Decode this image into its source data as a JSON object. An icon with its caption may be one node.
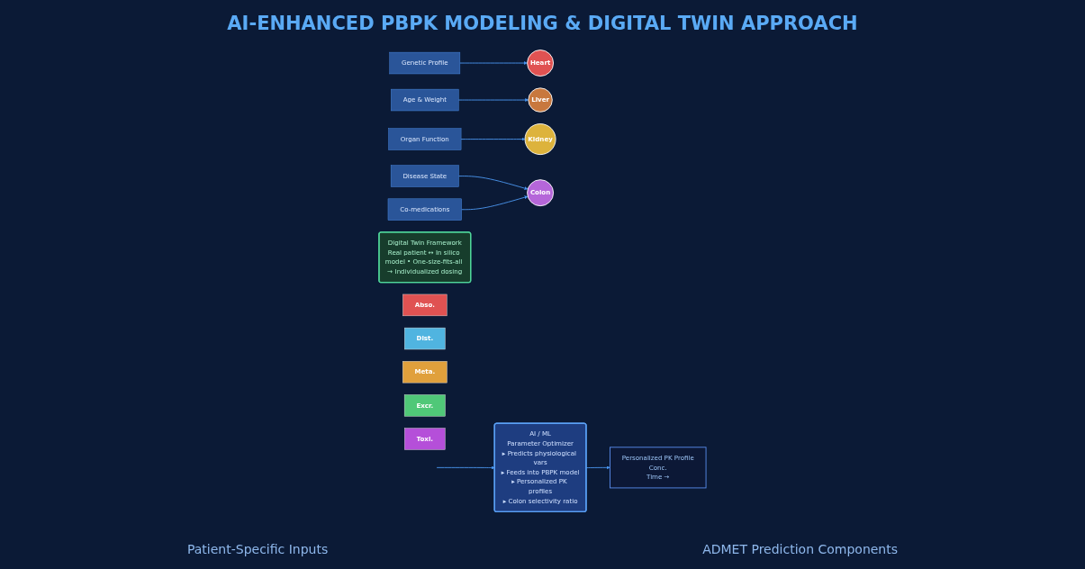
{
  "diagram": {
    "title": "AI-ENHANCED PBPK MODELING & DIGITAL TWIN APPROACH",
    "nodes": [
      {
        "text": [
          "Genetic Profile"
        ]
      },
      {
        "text": [
          "Age & Weight"
        ]
      },
      {
        "text": [
          "Organ Function"
        ]
      },
      {
        "text": [
          "Disease State"
        ]
      },
      {
        "text": [
          "Co-medications"
        ]
      },
      {
        "text": [
          "Heart"
        ]
      },
      {
        "text": [
          "Liver"
        ]
      },
      {
        "text": [
          "Kidney"
        ]
      },
      {
        "text": [
          "Colon"
        ]
      },
      {
        "text": [
          "AI / ML",
          "Parameter Optimizer",
          "▸ Predicts physiological vars",
          "▸ Feeds into PBPK model",
          "▸ Personalized PK profiles",
          "▸ Colon selectivity ratio"
        ]
      },
      {
        "text": [
          "Personalized PK Profile",
          "Conc.",
          "Time →"
        ]
      },
      {
        "text": [
          "Digital Twin Framework",
          "Real patient ↔ In silico model • One-size-fits-all → Individualized dosing"
        ]
      },
      {
        "text": [
          "Abso."
        ]
      },
      {
        "text": [
          "Dist."
        ]
      },
      {
        "text": [
          "Meta."
        ]
      },
      {
        "text": [
          "Excr."
        ]
      },
      {
        "text": [
          "Toxi."
        ]
      }
    ],
    "edges": [
      {
        "from": 0,
        "to": 5,
        "arrow": "to"
      },
      {
        "from": 1,
        "to": 6,
        "arrow": "to"
      },
      {
        "from": 2,
        "to": 7,
        "arrow": "to"
      },
      {
        "from": 3,
        "to": 8,
        "arrow": "to"
      },
      {
        "from": 4,
        "to": 8,
        "arrow": "to"
      },
      {
        "from": null,
        "to": 9,
        "arrow": "to"
      },
      {
        "from": 9,
        "to": 10,
        "arrow": "to"
      }
    ],
    "labels": [
      "Patient-Specific Inputs",
      "ADMET Prediction Components"
    ]
  }
}
